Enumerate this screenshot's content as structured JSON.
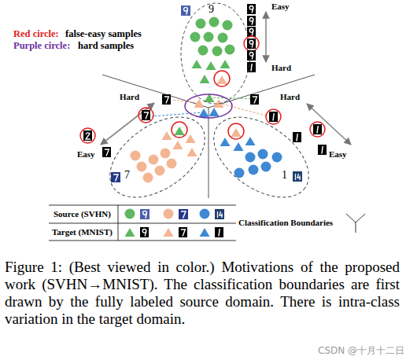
{
  "diagram": {
    "caption": "Figure 1: (Best viewed in color.) Motivations of the proposed work (SVHN→MNIST). The classification boundaries are first drawn by the fully labeled source domain. There is intra-class variation in the target domain.",
    "nodes": [
      {
        "text": [
          "9"
        ]
      },
      {
        "text": [
          "7"
        ]
      },
      {
        "text": [
          "1"
        ]
      }
    ],
    "labels": [
      "Easy",
      "Red circle:",
      "false-easy samples",
      "Purple circle:",
      "hard samples",
      "Hard",
      "Hard",
      "Hard",
      "Easy",
      "Easy",
      "CSDN @十月十二日"
    ],
    "legend": [
      {
        "text": "Source (SVHN)"
      },
      {
        "text": "Target (MNIST)"
      },
      {
        "text": "Classification Boundaries"
      }
    ]
  }
}
